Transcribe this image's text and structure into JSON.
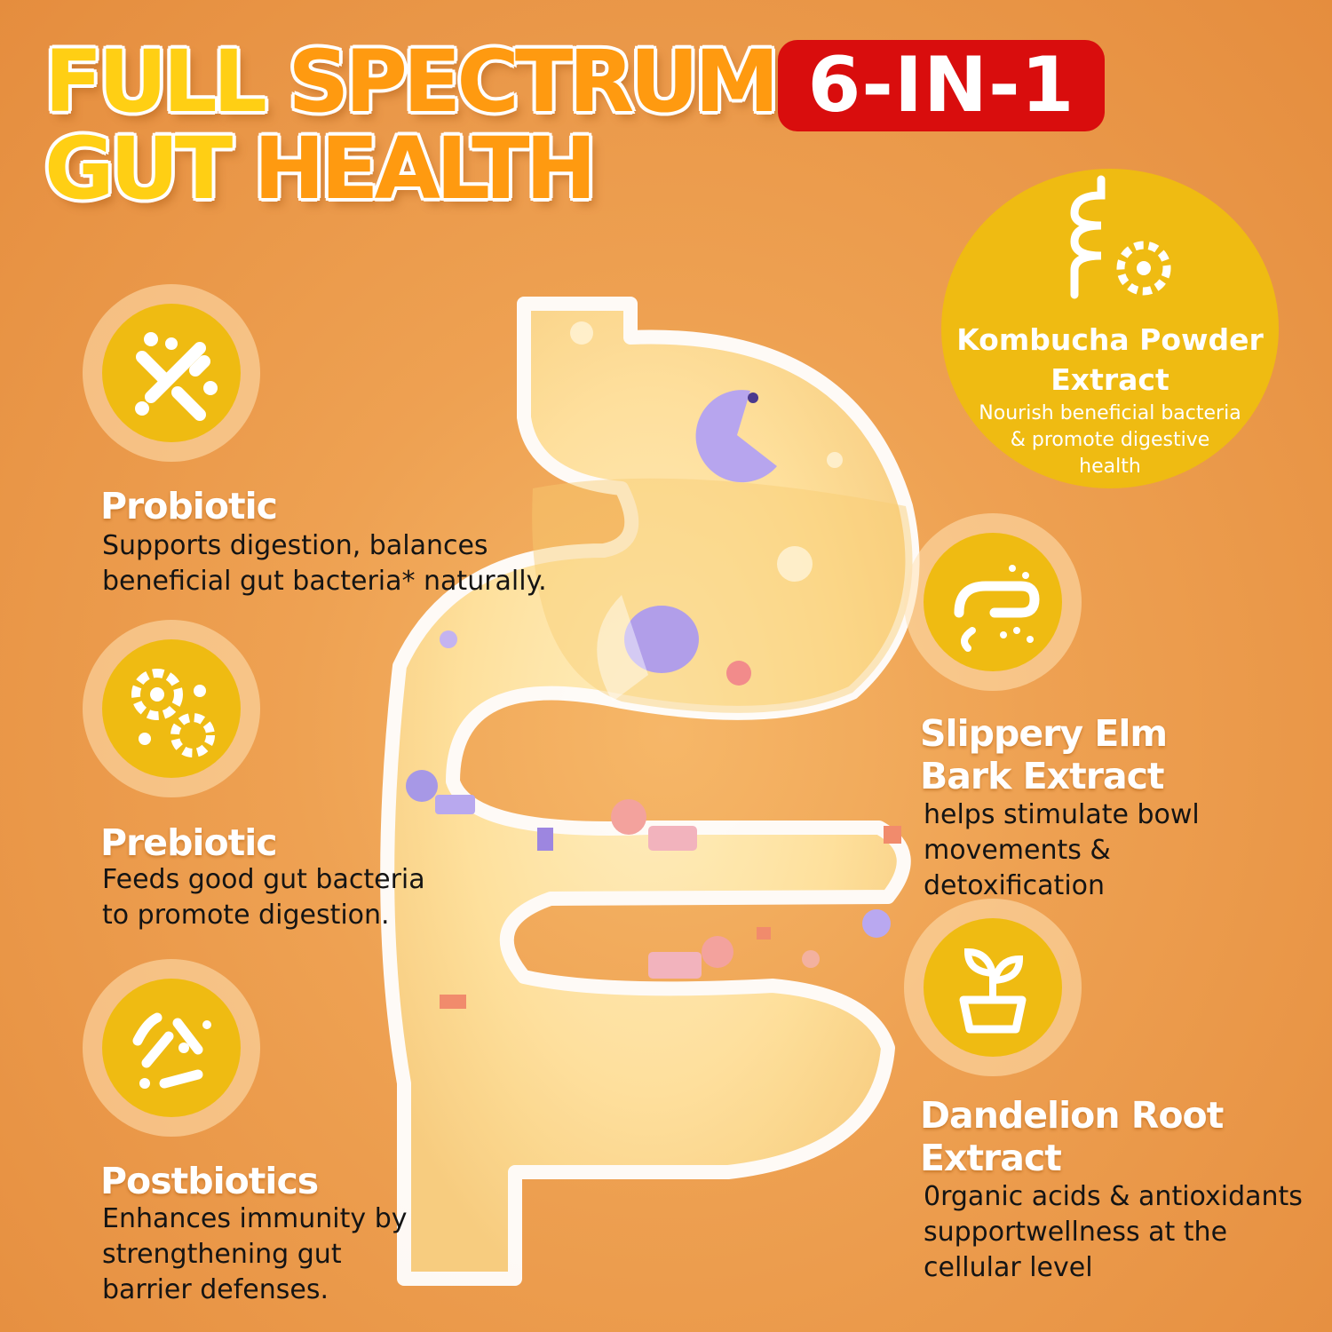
{
  "header": {
    "line1_part1": "FULL ",
    "line1_part2": "SPECTRUM",
    "line2_part1": "GUT ",
    "line2_part2": "HEALTH",
    "badge": "6-IN-1"
  },
  "ingredients": {
    "probiotic": {
      "title": "Probiotic",
      "desc": [
        "Supports digestion, balances",
        "beneficial gut bacteria* naturally."
      ],
      "icon": "bacteria-rods-icon"
    },
    "prebiotic": {
      "title": "Prebiotic",
      "desc": [
        "Feeds good gut bacteria",
        "to promote digestion."
      ],
      "icon": "microbes-icon"
    },
    "postbiotics": {
      "title": "Postbiotics",
      "desc": [
        "Enhances immunity by",
        "strengthening gut",
        "barrier defenses."
      ],
      "icon": "bacteria-mix-icon"
    },
    "kombucha": {
      "title": [
        "Kombucha Powder",
        "Extract"
      ],
      "desc": [
        "Nourish beneficial bacteria",
        "& promote digestive",
        "health"
      ],
      "icon": "intestine-gear-icon"
    },
    "slippery_elm": {
      "title": [
        "Slippery Elm",
        "Bark Extract"
      ],
      "desc": [
        "helps stimulate bowl",
        "movements &",
        "detoxification"
      ],
      "icon": "intestine-dots-icon"
    },
    "dandelion": {
      "title": [
        "Dandelion Root",
        "Extract"
      ],
      "desc": [
        "0rganic acids & antioxidants",
        "supportwellness at the",
        "cellular level"
      ],
      "icon": "plant-pot-icon"
    }
  },
  "colors": {
    "badge": "#d90d0d",
    "icon_fill": "#efbb12",
    "title_yellow": "#ffcf14",
    "title_orange": "#ff9a10"
  }
}
